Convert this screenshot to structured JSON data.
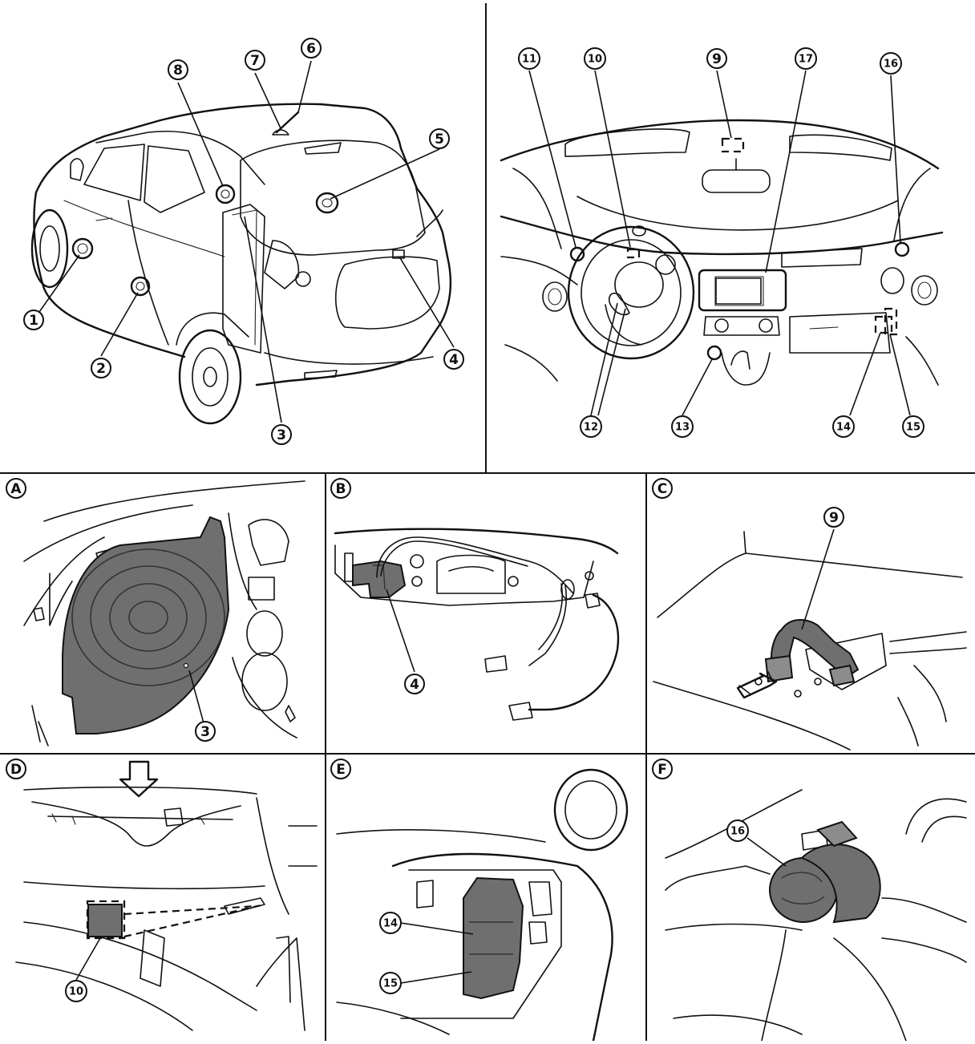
{
  "callouts": {
    "c1": "1",
    "c2": "2",
    "c3": "3",
    "c4": "4",
    "c5": "5",
    "c6": "6",
    "c7": "7",
    "c8": "8",
    "c9": "9",
    "c10": "10",
    "c11": "11",
    "c12": "12",
    "c13": "13",
    "c14": "14",
    "c15": "15",
    "c16": "16",
    "c17": "17"
  },
  "panels": {
    "a": "A",
    "b": "B",
    "c": "C",
    "d": "D",
    "e": "E",
    "f": "F"
  },
  "colors": {
    "line": "#111111",
    "part_fill": "#8c8c8c",
    "background": "#ffffff"
  }
}
